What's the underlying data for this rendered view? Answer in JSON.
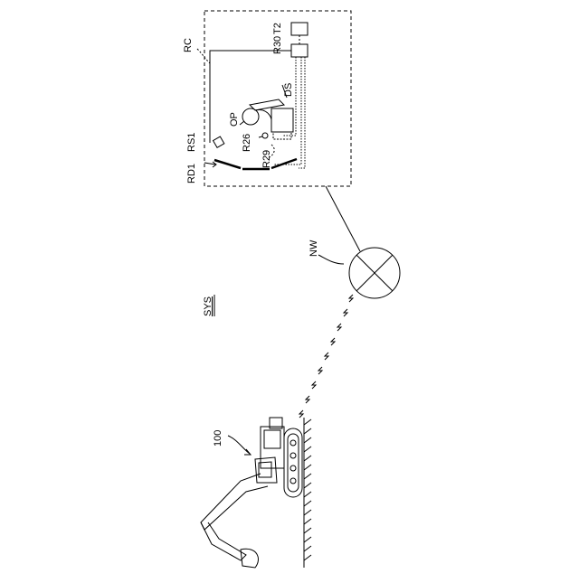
{
  "labels": {
    "system": "SYS",
    "network": "NW",
    "machine": "100",
    "room": "RC",
    "display": "RD1",
    "sensor": "RS1",
    "operator": "OP",
    "seat": "DS",
    "r26": "R26",
    "r29": "R29",
    "r30": "R30",
    "t2": "T2"
  }
}
